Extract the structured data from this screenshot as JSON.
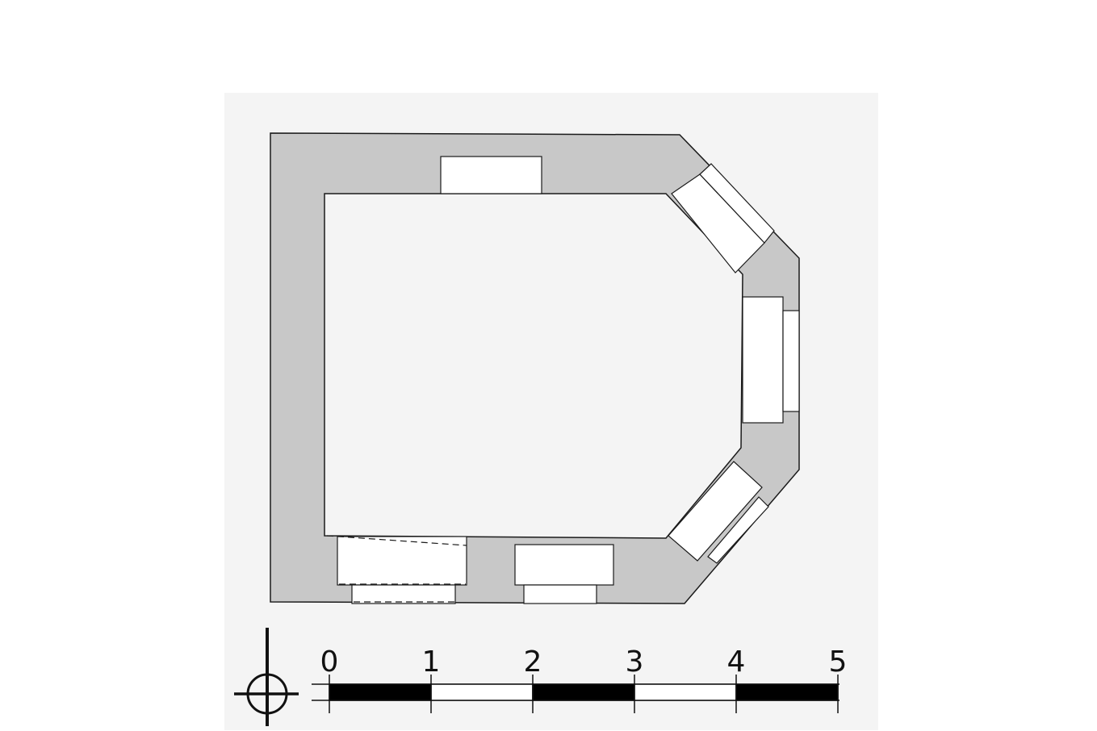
{
  "colors": {
    "wall_fill": "#c8c8c8",
    "opening_fill": "#ffffff",
    "line": "#1a1a1a",
    "background": "#f4f4f4",
    "scale_black": "#000000",
    "scale_white": "#ffffff"
  },
  "scale_bar": {
    "labels": [
      "0",
      "1",
      "2",
      "3",
      "4",
      "5"
    ],
    "segments": [
      "black",
      "white",
      "black",
      "white",
      "black"
    ]
  },
  "icons": {
    "north_marker": "north-arrow-circle-icon"
  }
}
